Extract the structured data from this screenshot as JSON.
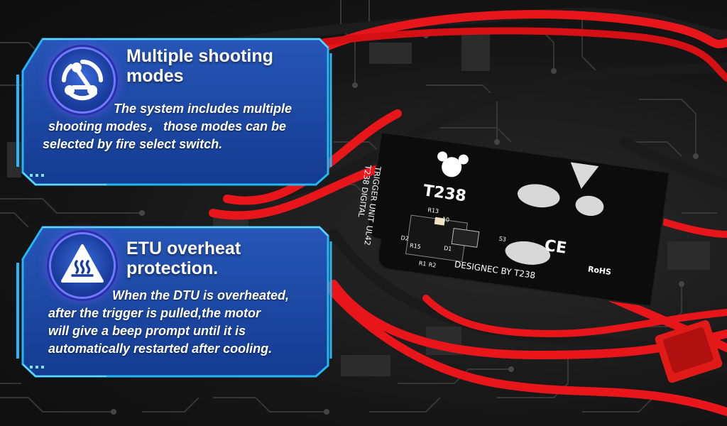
{
  "features": [
    {
      "icon": "share-nodes-icon",
      "title_line1": "Multiple shooting",
      "title_line2": "modes",
      "desc_line1": "The system includes multiple",
      "desc_line2": "shooting modes， those modes can be",
      "desc_line3": "selected by fire select switch."
    },
    {
      "icon": "overheat-warning-icon",
      "title_line1": "ETU overheat",
      "title_line2": "protection.",
      "desc_line1": "When the DTU is overheated,",
      "desc_line2": "after the trigger is pulled,the motor",
      "desc_line3": "will give a beep prompt until it is",
      "desc_line4": "automatically restarted after cooling."
    }
  ],
  "board": {
    "brand": "T238",
    "vertical_label_1": "T238 DIGITAL",
    "vertical_label_2": "TRIGGER UNIT",
    "vertical_label_3": "UL42",
    "designer": "DESIGNEC BY T238",
    "ce_mark": "CE",
    "rohs_mark": "RoHS",
    "components": [
      "R13",
      "10",
      "D2",
      "R15",
      "D1",
      "R1",
      "R2",
      "S3"
    ]
  },
  "colors": {
    "panel_fill": "#1a4aa8",
    "panel_border": "#23a8f0",
    "wire_red": "#e8161b",
    "pcb": "#0c0c0c"
  }
}
